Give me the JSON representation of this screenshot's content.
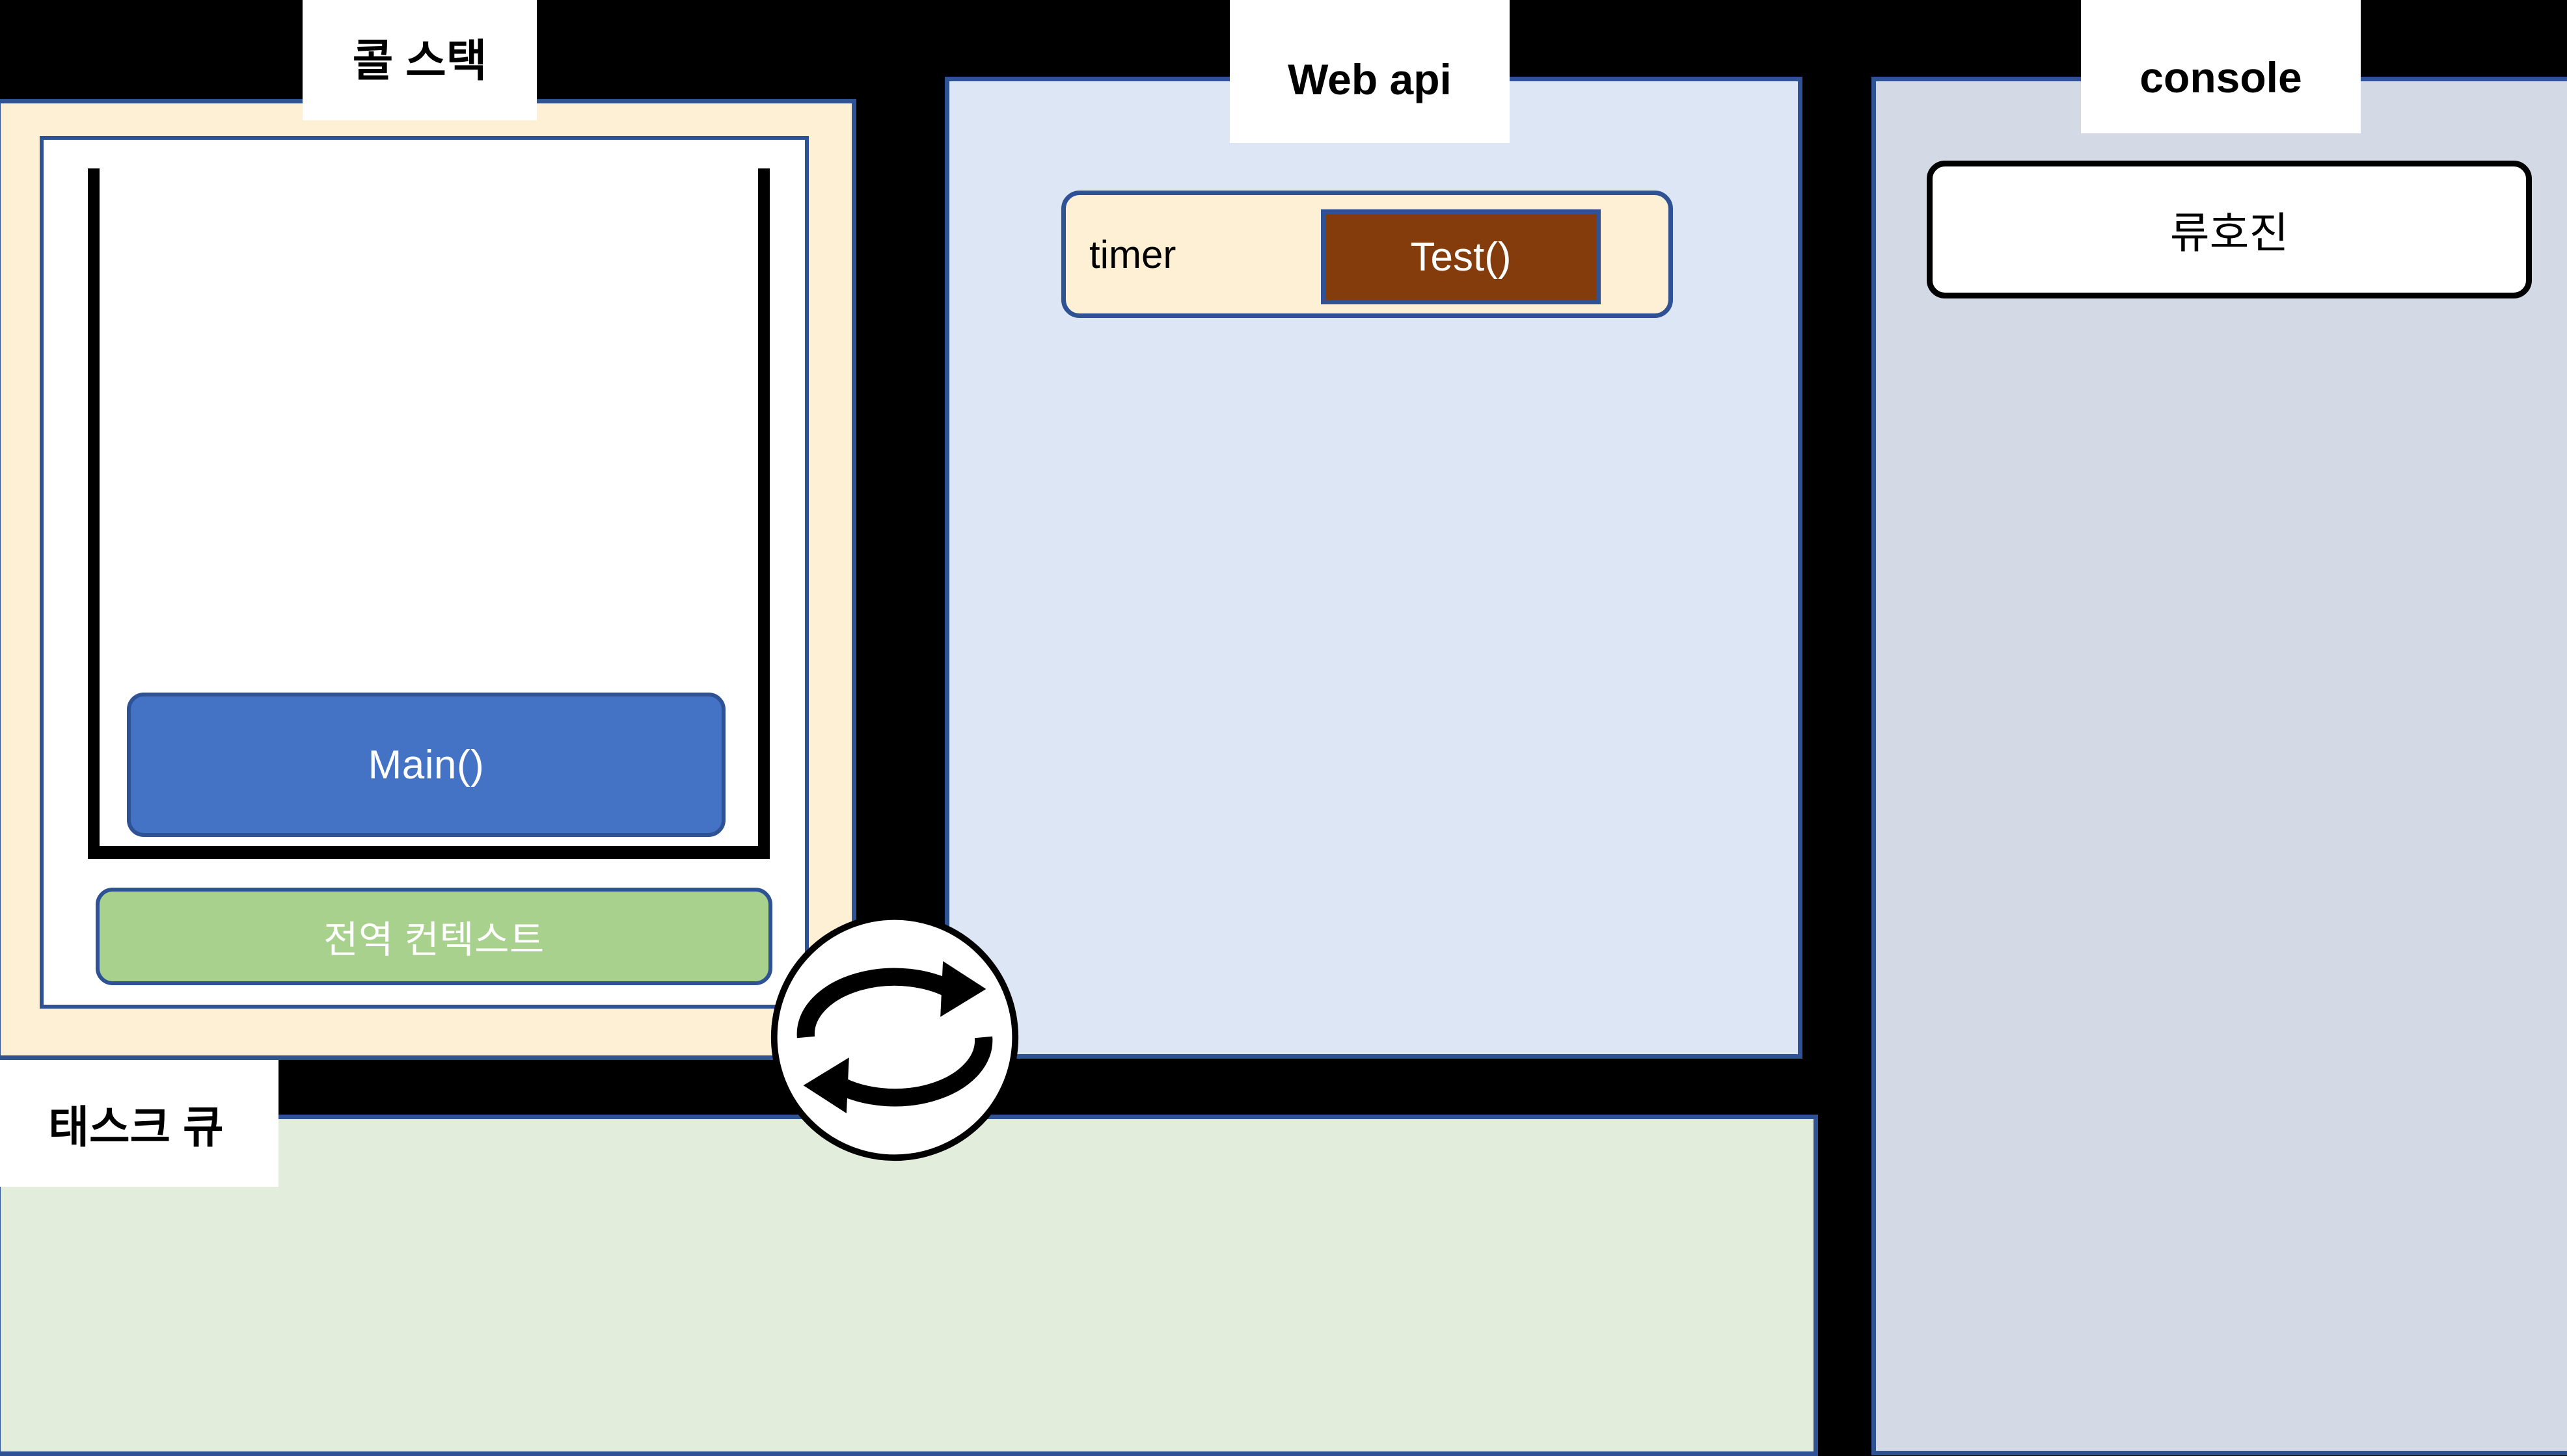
{
  "diagram": {
    "title": "JavaScript Event Loop Diagram",
    "colors": {
      "background": "#000000",
      "panel_border": "#2E5294",
      "callstack_fill": "#FDF0D5",
      "webapi_fill": "#DCE6F5",
      "taskqueue_fill": "#E2EDDC",
      "console_fill": "#D4DAE5",
      "main_frame_fill": "#4472C4",
      "global_context_fill": "#A9D18E",
      "test_fill": "#843C0C",
      "tab_fill": "#FFFFFF"
    }
  },
  "sections": {
    "call_stack": {
      "tab_label": "콜 스택",
      "frames": [
        {
          "label": "Main()",
          "color": "#4472C4"
        }
      ],
      "context": {
        "label": "전역 컨텍스트",
        "color": "#A9D18E"
      }
    },
    "web_api": {
      "tab_label": "Web api",
      "entries": [
        {
          "label": "timer",
          "callback": "Test()"
        }
      ]
    },
    "task_queue": {
      "tab_label": "태스크 큐",
      "entries": []
    },
    "console": {
      "tab_label": "console",
      "lines": [
        {
          "text": "류호진"
        }
      ]
    }
  },
  "event_loop": {
    "icon_name": "circular-arrows-icon",
    "description": "event loop"
  }
}
